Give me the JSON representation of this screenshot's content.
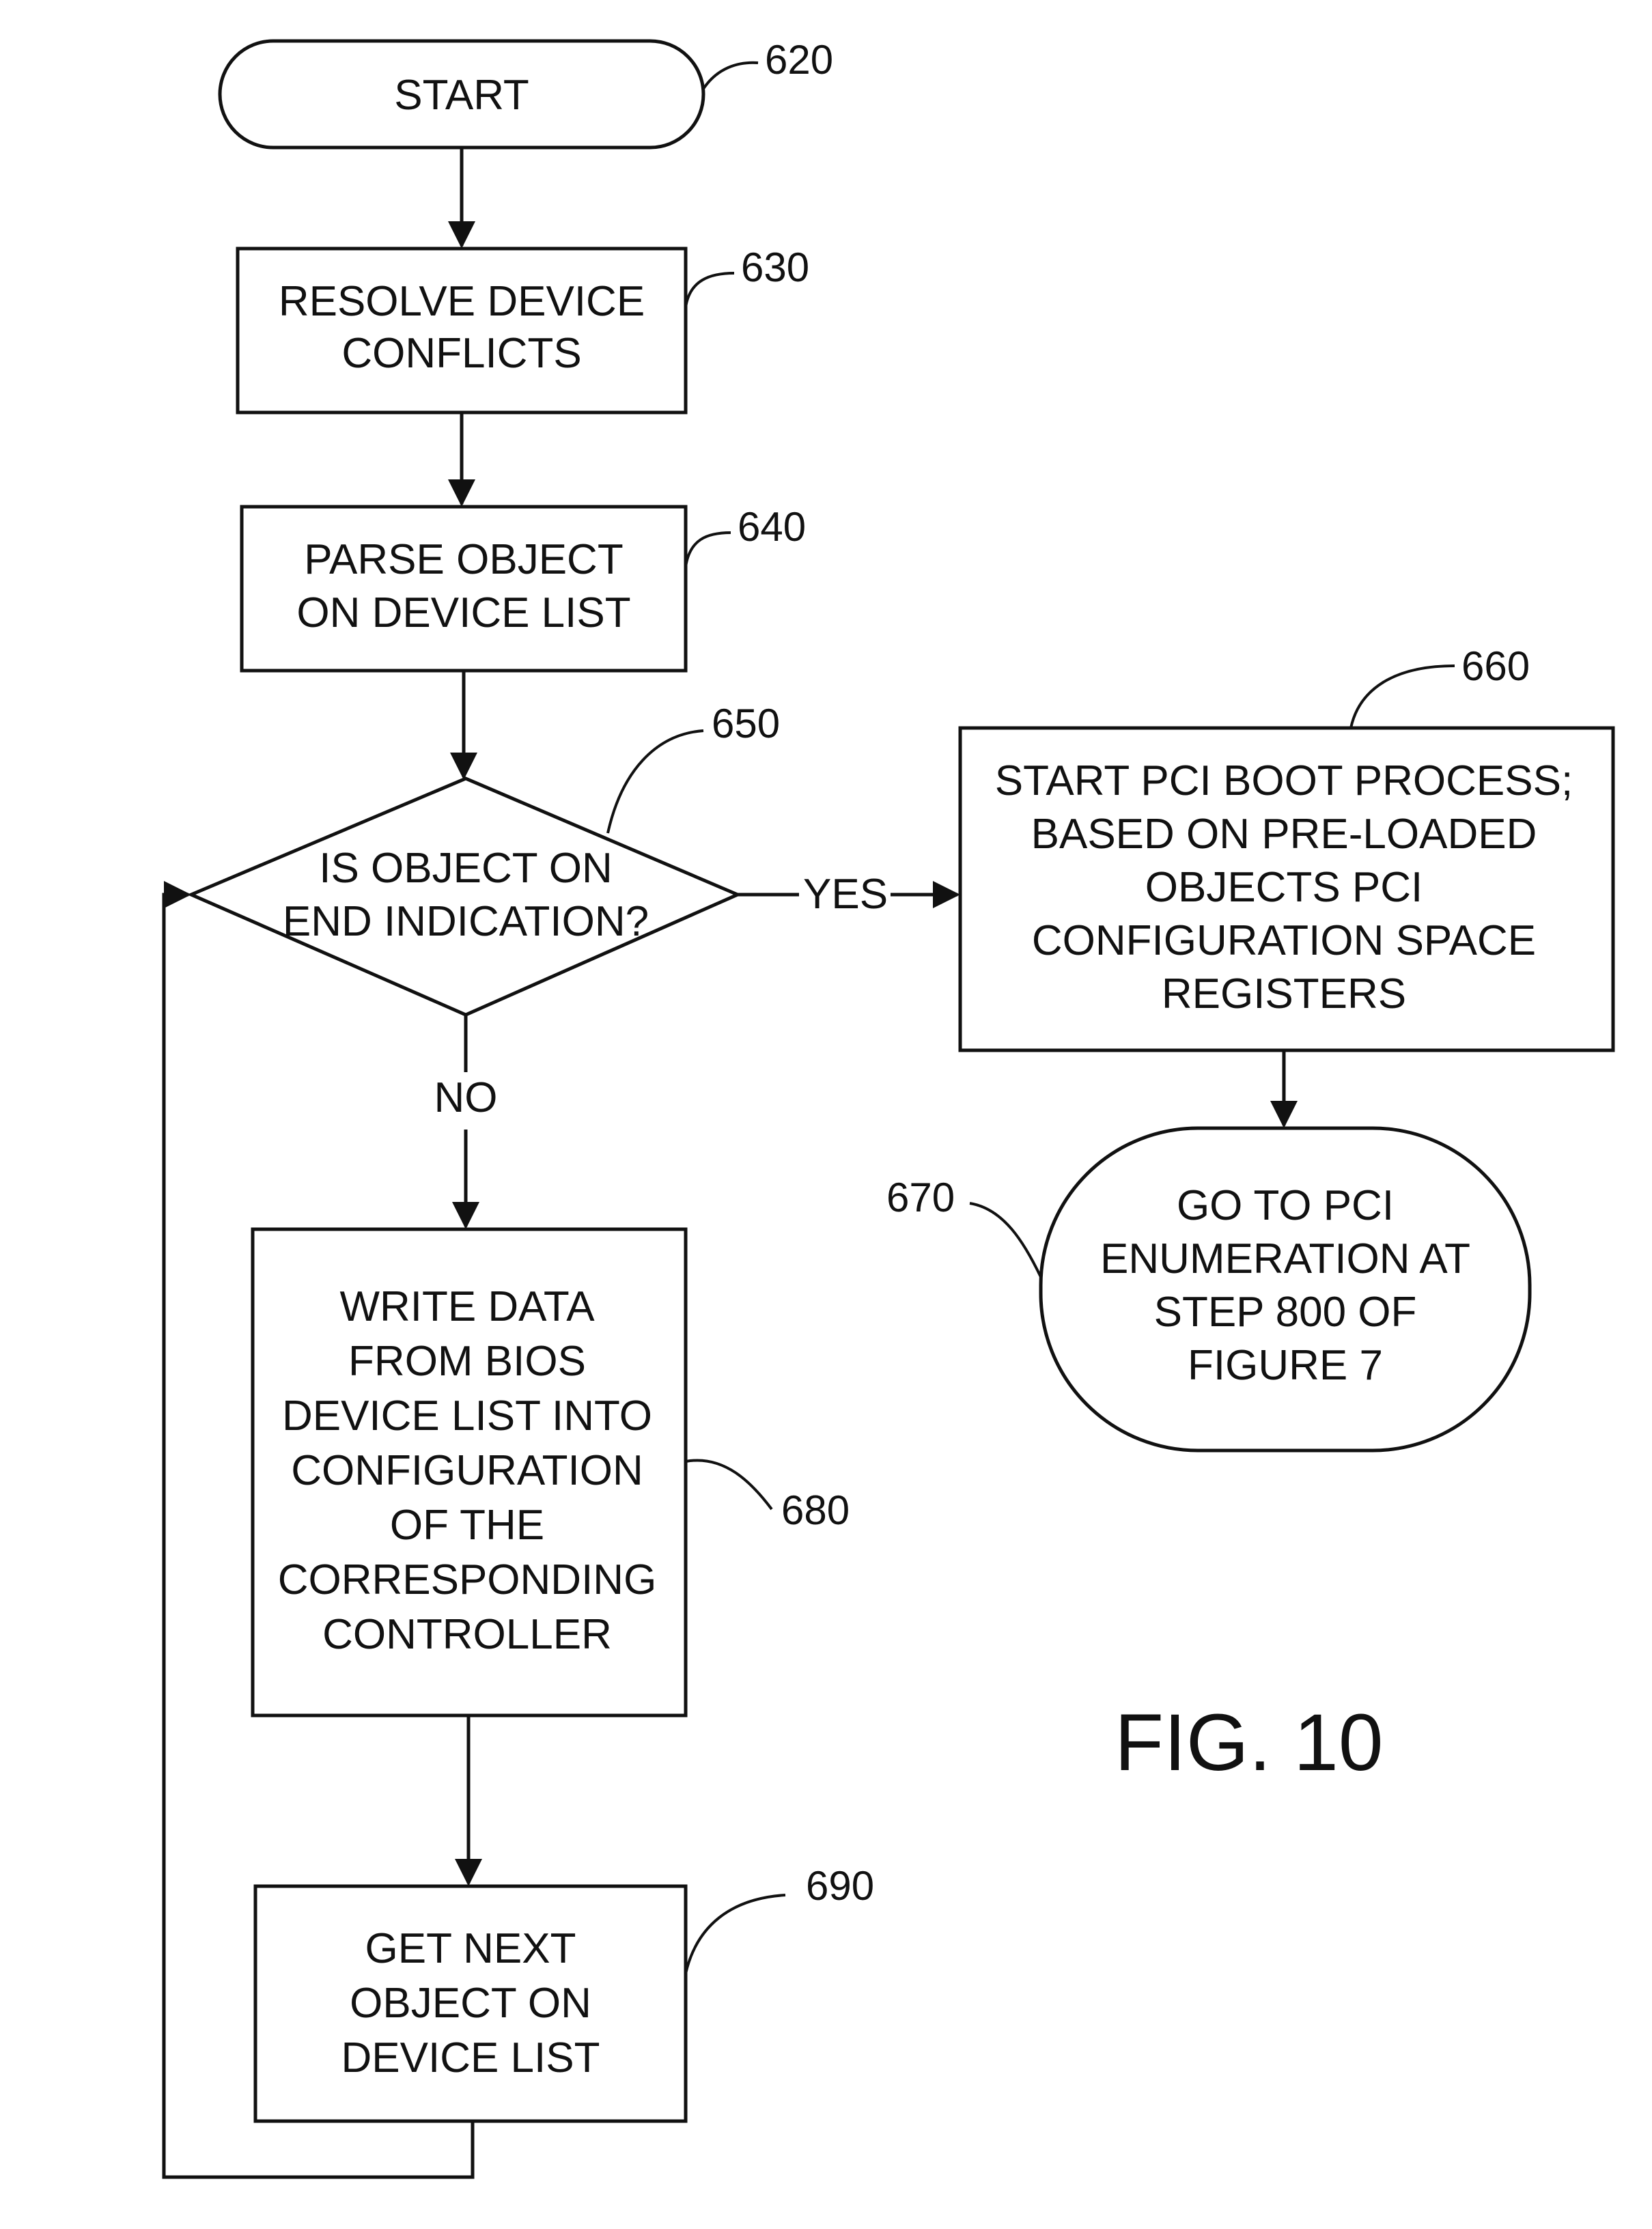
{
  "figure_label": "FIG. 10",
  "nodes": {
    "start": {
      "ref": "620",
      "lines": [
        "START"
      ]
    },
    "resolve": {
      "ref": "630",
      "lines": [
        "RESOLVE DEVICE",
        "CONFLICTS"
      ]
    },
    "parse": {
      "ref": "640",
      "lines": [
        "PARSE OBJECT",
        "ON DEVICE LIST"
      ]
    },
    "decision": {
      "ref": "650",
      "lines": [
        "IS OBJECT ON",
        "END INDICATION?"
      ]
    },
    "pci_boot": {
      "ref": "660",
      "lines": [
        "START PCI BOOT PROCESS;",
        "BASED ON  PRE-LOADED",
        "OBJECTS PCI",
        "CONFIGURATION SPACE",
        "REGISTERS"
      ]
    },
    "goto_enum": {
      "ref": "670",
      "lines": [
        "GO TO PCI",
        "ENUMERATION AT",
        "STEP 800 OF",
        "FIGURE 7"
      ]
    },
    "write_data": {
      "ref": "680",
      "lines": [
        "WRITE DATA",
        "FROM BIOS",
        "DEVICE LIST INTO",
        "CONFIGURATION",
        "OF THE",
        "CORRESPONDING",
        "CONTROLLER"
      ]
    },
    "get_next": {
      "ref": "690",
      "lines": [
        "GET NEXT",
        "OBJECT ON",
        "DEVICE LIST"
      ]
    }
  },
  "edge_labels": {
    "yes": "YES",
    "no": "NO"
  }
}
